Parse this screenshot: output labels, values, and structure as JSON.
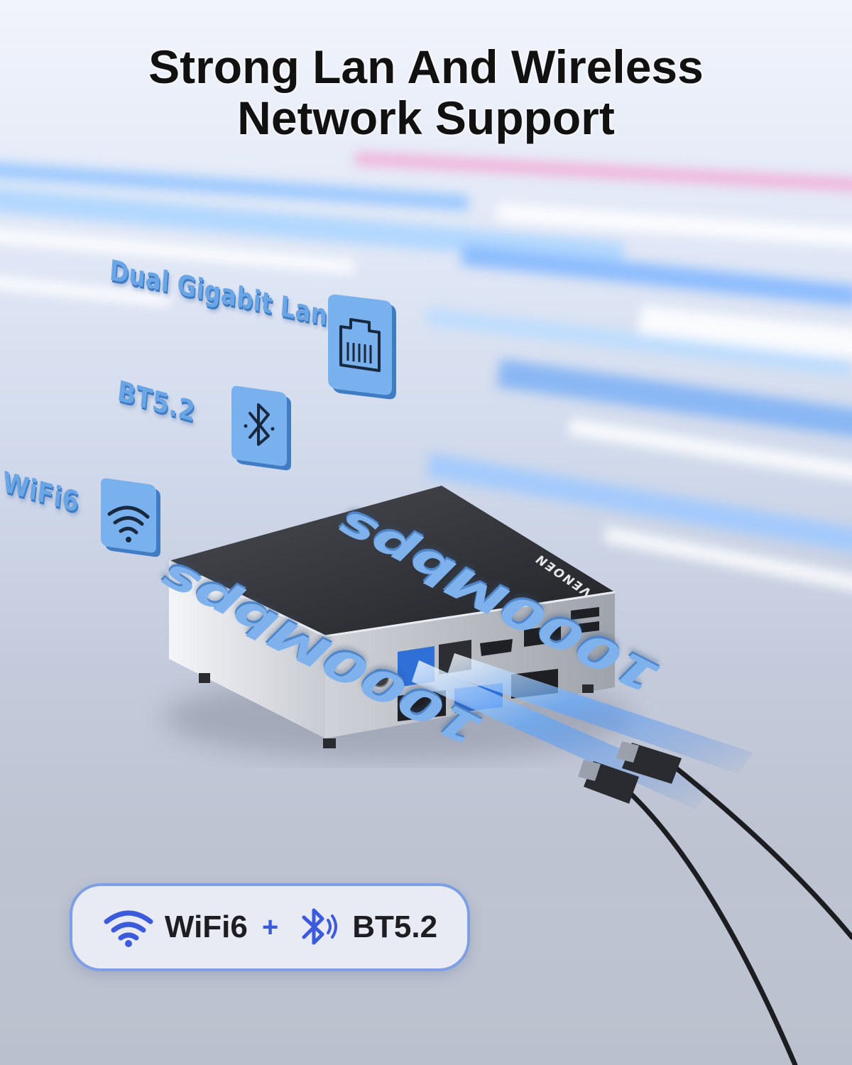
{
  "title": {
    "line1": "Strong Lan And  Wireless",
    "line2": "Network Support"
  },
  "features": [
    {
      "label": "Dual Gigabit Lan",
      "icon": "ethernet-port-icon"
    },
    {
      "label": "BT5.2",
      "icon": "bluetooth-icon"
    },
    {
      "label": "WiFi6",
      "icon": "wifi-icon"
    }
  ],
  "device": {
    "brand": "VENOEN"
  },
  "speeds": [
    {
      "label": "1000Mbps"
    },
    {
      "label": "1000Mbps"
    }
  ],
  "badge": {
    "wifi": "WiFi6",
    "plus": "+",
    "bt": "BT5.2"
  },
  "colors": {
    "accent": "#6aa5e6",
    "badge_border": "#7d9fe4",
    "badge_icon": "#3b5bdb"
  }
}
